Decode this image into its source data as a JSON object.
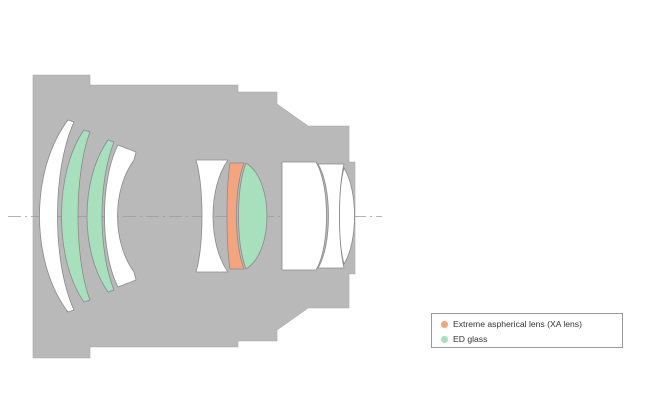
{
  "colors": {
    "barrel": "#b9b9b9",
    "element_fill": "#ffffff",
    "element_stroke": "#8a8a8a",
    "axis": "#9a9a9a",
    "xa_lens": "#f4a47e",
    "ed_glass": "#a8dfbc"
  },
  "legend": {
    "items": [
      {
        "label": "Extreme aspherical lens (XA lens)",
        "color_key": "xa_lens"
      },
      {
        "label": "ED glass",
        "color_key": "ed_glass"
      }
    ]
  }
}
